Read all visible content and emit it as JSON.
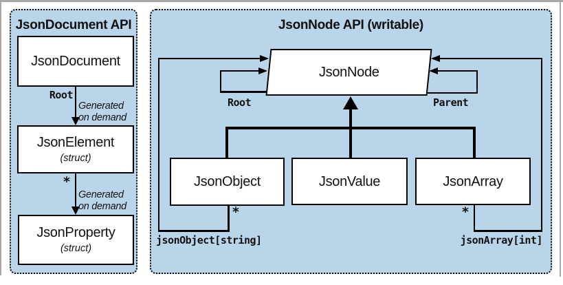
{
  "colors": {
    "panel_bg": "#b8d5e9",
    "line": "#000000",
    "box_bg": "#ffffff",
    "frame": "#a8a8a8"
  },
  "left_panel": {
    "title": "JsonDocument API",
    "box_document": "JsonDocument",
    "edge_root_label": "Root",
    "generated_note": "Generated on demand",
    "box_element": "JsonElement",
    "box_element_sub": "(struct)",
    "edge_star": "*",
    "box_property": "JsonProperty",
    "box_property_sub": "(struct)"
  },
  "right_panel": {
    "title": "JsonNode API (writable)",
    "node_label": "JsonNode",
    "root_loop_label": "Root",
    "parent_loop_label": "Parent",
    "subclasses": [
      "JsonObject",
      "JsonValue",
      "JsonArray"
    ],
    "object_star": "*",
    "array_star": "*",
    "indexer_object": "jsonObject[string]",
    "indexer_array": "jsonArray[int]"
  }
}
